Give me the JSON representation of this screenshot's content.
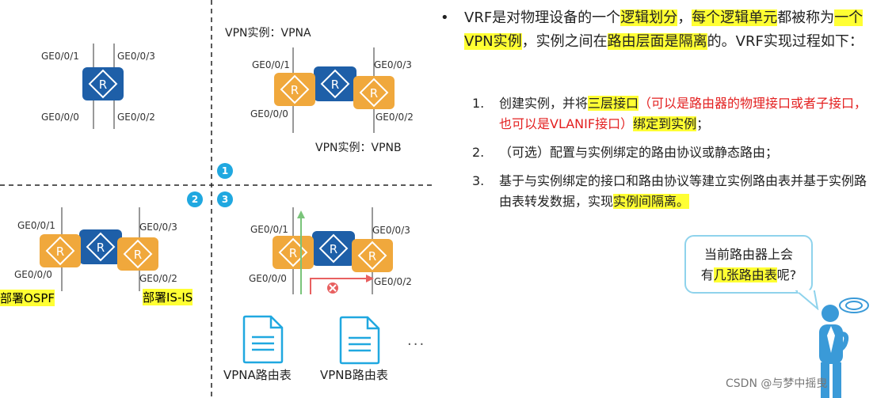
{
  "quad1": {
    "ports": {
      "tl": "GE0/0/1",
      "tr": "GE0/0/3",
      "bl": "GE0/0/0",
      "br": "GE0/0/2"
    }
  },
  "quad2": {
    "vpna_label": "VPN实例：VPNA",
    "vpnb_label": "VPN实例：VPNB",
    "ports": {
      "tl": "GE0/0/1",
      "tr": "GE0/0/3",
      "bl": "GE0/0/0",
      "br": "GE0/0/2"
    }
  },
  "quad3": {
    "ports": {
      "tl": "GE0/0/1",
      "tr": "GE0/0/3",
      "bl": "GE0/0/0",
      "br": "GE0/0/2"
    },
    "label_ospf": "部署OSPF",
    "label_isis": "部署IS-IS"
  },
  "quad4": {
    "ports": {
      "tl": "GE0/0/1",
      "tr": "GE0/0/3",
      "bl": "GE0/0/0",
      "br": "GE0/0/2"
    },
    "rt_vpna": "VPNA路由表",
    "rt_vpnb": "VPNB路由表",
    "ellipsis": "..."
  },
  "markers": {
    "m1": "1",
    "m2": "2",
    "m3": "3"
  },
  "text": {
    "bullet": "•",
    "p1": "VRF是对物理设备的一个",
    "p2": "逻辑划分",
    "p3": "，",
    "p4": "每个逻辑单元",
    "p5": "都被称为",
    "p6": "一个VPN实例",
    "p7": "，实例之间在",
    "p8": "路由层面是隔离",
    "p9": "的。VRF实现过程如下：",
    "steps": [
      {
        "num": "1.",
        "a": "创建实例，并将",
        "b": "三层接口",
        "c": "（可以是路由器的物理接口或者子接口，也可以是VLANIF接口）",
        "d": "绑定到实例",
        "e": "；"
      },
      {
        "num": "2.",
        "text": "（可选）配置与实例绑定的路由协议或静态路由；"
      },
      {
        "num": "3.",
        "a": "基于与实例绑定的接口和路由协议等建立实例路由表并基于实例路由表转发数据，实现",
        "b": "实例间隔离。"
      }
    ]
  },
  "bubble": {
    "line1": "当前路由器上会",
    "line2a": "有",
    "line2b": "几张路由表",
    "line2c": "呢?"
  },
  "watermark": "CSDN @与梦中摇曳",
  "colors": {
    "blue_router": "#1e5fa8",
    "orange_router": "#f0a83c",
    "accent": "#20a8e0",
    "highlight": "#ffff33",
    "red": "#e32020"
  }
}
